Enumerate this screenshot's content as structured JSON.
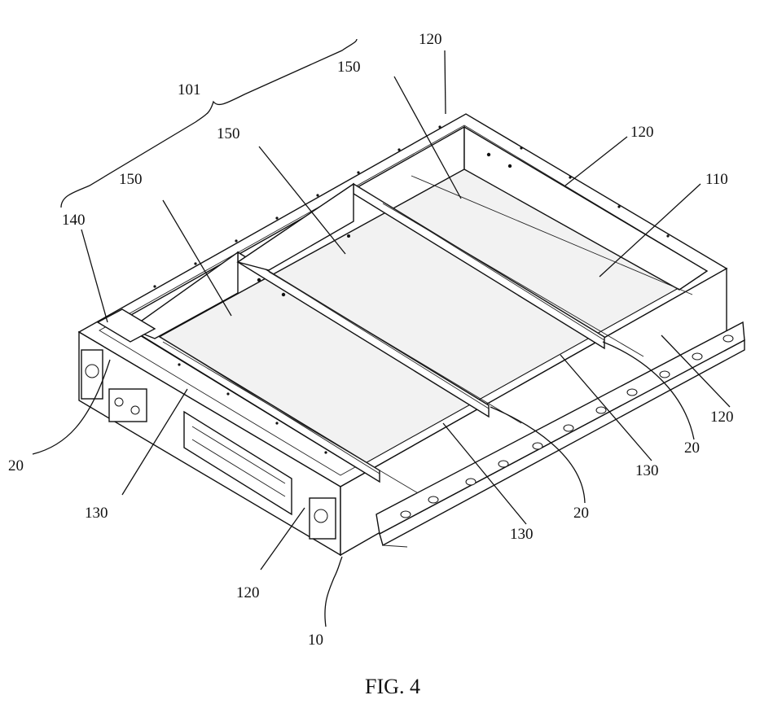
{
  "figure": {
    "caption": "FIG. 4"
  },
  "labels": [
    {
      "id": "l101",
      "text": "101"
    },
    {
      "id": "l120a",
      "text": "120"
    },
    {
      "id": "l150a",
      "text": "150"
    },
    {
      "id": "l150b",
      "text": "150"
    },
    {
      "id": "l150c",
      "text": "150"
    },
    {
      "id": "l120b",
      "text": "120"
    },
    {
      "id": "l110",
      "text": "110"
    },
    {
      "id": "l140",
      "text": "140"
    },
    {
      "id": "l120c",
      "text": "120"
    },
    {
      "id": "l20a",
      "text": "20"
    },
    {
      "id": "l130a",
      "text": "130"
    },
    {
      "id": "l20b",
      "text": "20"
    },
    {
      "id": "l130b",
      "text": "130"
    },
    {
      "id": "l20c",
      "text": "20"
    },
    {
      "id": "l130c",
      "text": "130"
    },
    {
      "id": "l120d",
      "text": "120"
    },
    {
      "id": "l10",
      "text": "10"
    }
  ]
}
